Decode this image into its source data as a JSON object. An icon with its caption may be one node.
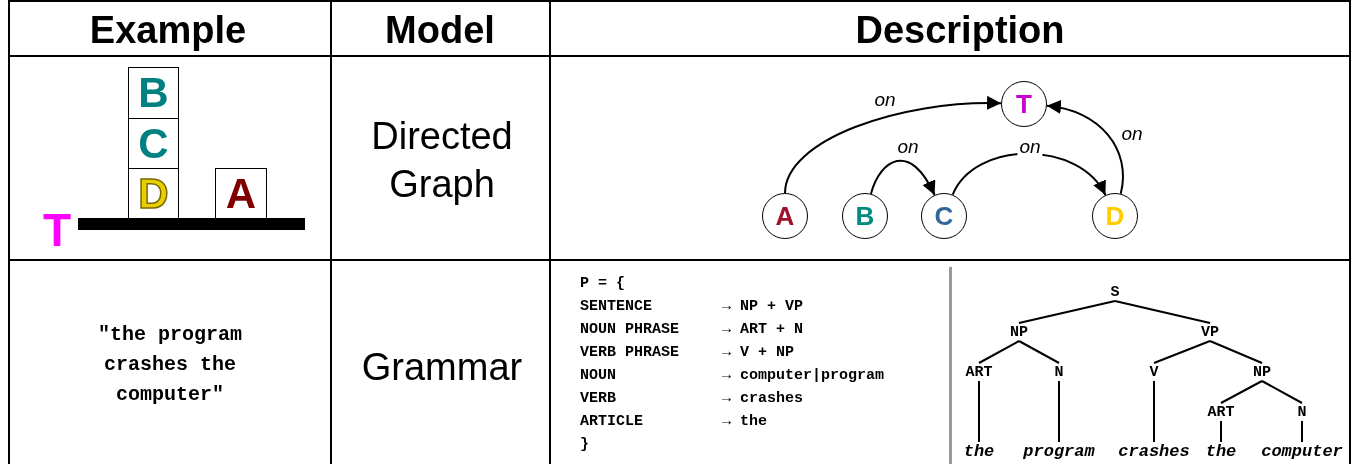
{
  "diagram": {
    "nodes": [
      {
        "text": [
          "B"
        ]
      },
      {
        "text": [
          "C"
        ]
      },
      {
        "text": [
          "D"
        ]
      },
      {
        "text": [
          "A"
        ]
      },
      {
        "text": [
          "T"
        ]
      },
      {
        "text": [
          "A"
        ]
      },
      {
        "text": [
          "B"
        ]
      },
      {
        "text": [
          "C"
        ]
      },
      {
        "text": [
          "D"
        ]
      },
      {
        "text": [
          "S"
        ]
      },
      {
        "text": [
          "NP"
        ]
      },
      {
        "text": [
          "VP"
        ]
      },
      {
        "text": [
          "ART"
        ]
      },
      {
        "text": [
          "N"
        ]
      },
      {
        "text": [
          "V"
        ]
      },
      {
        "text": [
          "NP"
        ]
      },
      {
        "text": [
          "ART"
        ]
      },
      {
        "text": [
          "N"
        ]
      },
      {
        "text": [
          "the"
        ]
      },
      {
        "text": [
          "program"
        ]
      },
      {
        "text": [
          "crashes"
        ]
      },
      {
        "text": [
          "the"
        ]
      },
      {
        "text": [
          "computer"
        ]
      }
    ],
    "edges": [
      {
        "from": 5,
        "to": 4,
        "arrow": "to",
        "label": "on"
      },
      {
        "from": 6,
        "to": 7,
        "arrow": "to",
        "label": "on"
      },
      {
        "from": 7,
        "to": 8,
        "arrow": "to",
        "label": "on"
      },
      {
        "from": 8,
        "to": 4,
        "arrow": "to",
        "label": "on"
      },
      {
        "from": 9,
        "to": 10,
        "arrow": "none"
      },
      {
        "from": 9,
        "to": 11,
        "arrow": "none"
      },
      {
        "from": 10,
        "to": 12,
        "arrow": "none"
      },
      {
        "from": 10,
        "to": 13,
        "arrow": "none"
      },
      {
        "from": 11,
        "to": 14,
        "arrow": "none"
      },
      {
        "from": 11,
        "to": 15,
        "arrow": "none"
      },
      {
        "from": 15,
        "to": 16,
        "arrow": "none"
      },
      {
        "from": 15,
        "to": 17,
        "arrow": "none"
      },
      {
        "from": 12,
        "to": 18,
        "arrow": "none"
      },
      {
        "from": 13,
        "to": 19,
        "arrow": "none"
      },
      {
        "from": 14,
        "to": 20,
        "arrow": "none"
      },
      {
        "from": 16,
        "to": 21,
        "arrow": "none"
      },
      {
        "from": 17,
        "to": 22,
        "arrow": "none"
      }
    ],
    "labels": [
      "Example",
      "Model",
      "Description",
      "T",
      "Directed Graph",
      "\"the program crashes the computer\"",
      "Grammar",
      "P = {",
      "SENTENCE",
      "→ NP + VP",
      "NOUN PHRASE",
      "→ ART + N",
      "VERB PHRASE",
      "→ V + NP",
      "NOUN",
      "→ computer|program",
      "VERB",
      "→ crashes",
      "ARTICLE",
      "→ the",
      "}"
    ]
  }
}
